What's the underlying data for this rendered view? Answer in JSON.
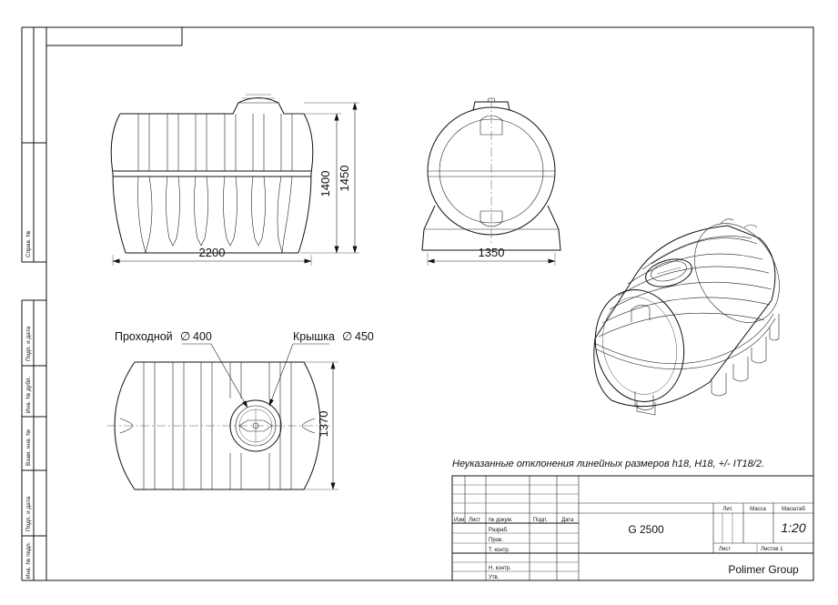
{
  "sheet": {
    "side_labels": [
      "Справ. №",
      "Подп. и дата",
      "Инв. № дубл.",
      "Взам. инв. №",
      "Подп. и дата",
      "Инв. № подл."
    ]
  },
  "front_view": {
    "width_dim": "2200",
    "height_dim_1": "1400",
    "height_dim_2": "1450"
  },
  "end_view": {
    "width_dim": "1350"
  },
  "plan_view": {
    "hatch_label": "Проходной",
    "hatch_value": "400",
    "lid_label": "Крышка",
    "lid_value": "450",
    "width_dim": "1370",
    "diameter_symbol": "∅"
  },
  "note": "Неуказанные отклонения линейных размеров h18, H18,  +/- IT18/2.",
  "title_block": {
    "col_headers": [
      "Изм.",
      "Лист",
      "№ докум.",
      "Подп.",
      "Дата"
    ],
    "rows": [
      "Разраб.",
      "Пров.",
      "Т. контр.",
      "Н. контр.",
      "Утв."
    ],
    "designation": "G 2500",
    "lit_label": "Лит.",
    "mass_label": "Масса",
    "scale_label": "Масштаб",
    "scale_value": "1:20",
    "sheet_label": "Лист",
    "sheets_label": "Листов 1",
    "company": "Polimer Group"
  }
}
